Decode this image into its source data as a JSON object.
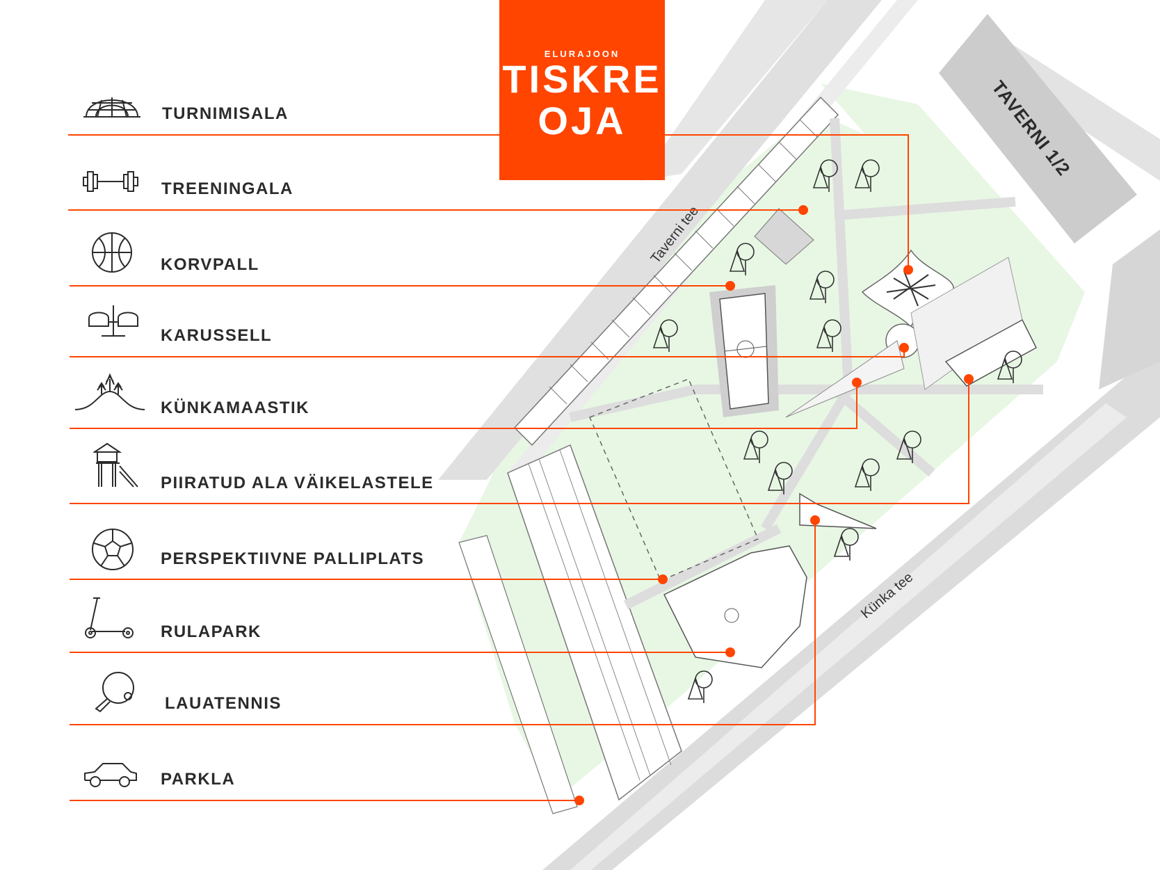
{
  "logo": {
    "subtitle": "ELURAJOON",
    "title_line1": "TISKRE",
    "title_line2": "OJA"
  },
  "legend": [
    {
      "id": "turnimisala",
      "label": "TURNIMISALA",
      "icon": "climbing-dome-icon"
    },
    {
      "id": "treeningala",
      "label": "TREENINGALA",
      "icon": "dumbbell-icon"
    },
    {
      "id": "korvpall",
      "label": "KORVPALL",
      "icon": "basketball-icon"
    },
    {
      "id": "karussell",
      "label": "KARUSSELL",
      "icon": "carousel-icon"
    },
    {
      "id": "kunkamaastik",
      "label": "KÜNKAMAASTIK",
      "icon": "hill-trees-icon"
    },
    {
      "id": "piiratud",
      "label": "PIIRATUD ALA VÄIKELASTELE",
      "icon": "playhouse-slide-icon"
    },
    {
      "id": "palliplats",
      "label": "PERSPEKTIIVNE PALLIPLATS",
      "icon": "soccer-ball-icon"
    },
    {
      "id": "rulapark",
      "label": "RULAPARK",
      "icon": "scooter-icon"
    },
    {
      "id": "lauatennis",
      "label": "LAUATENNIS",
      "icon": "ping-pong-paddle-icon"
    },
    {
      "id": "parkla",
      "label": "PARKLA",
      "icon": "car-icon"
    }
  ],
  "streets": {
    "taverni": "Taverni tee",
    "kunka": "Künka tee"
  },
  "building": {
    "label": "TAVERNI 1/2"
  },
  "colors": {
    "accent": "#ff4500",
    "road": "#d9d9d9",
    "park": "#e8f7e4",
    "ink": "#2b2b2b"
  }
}
